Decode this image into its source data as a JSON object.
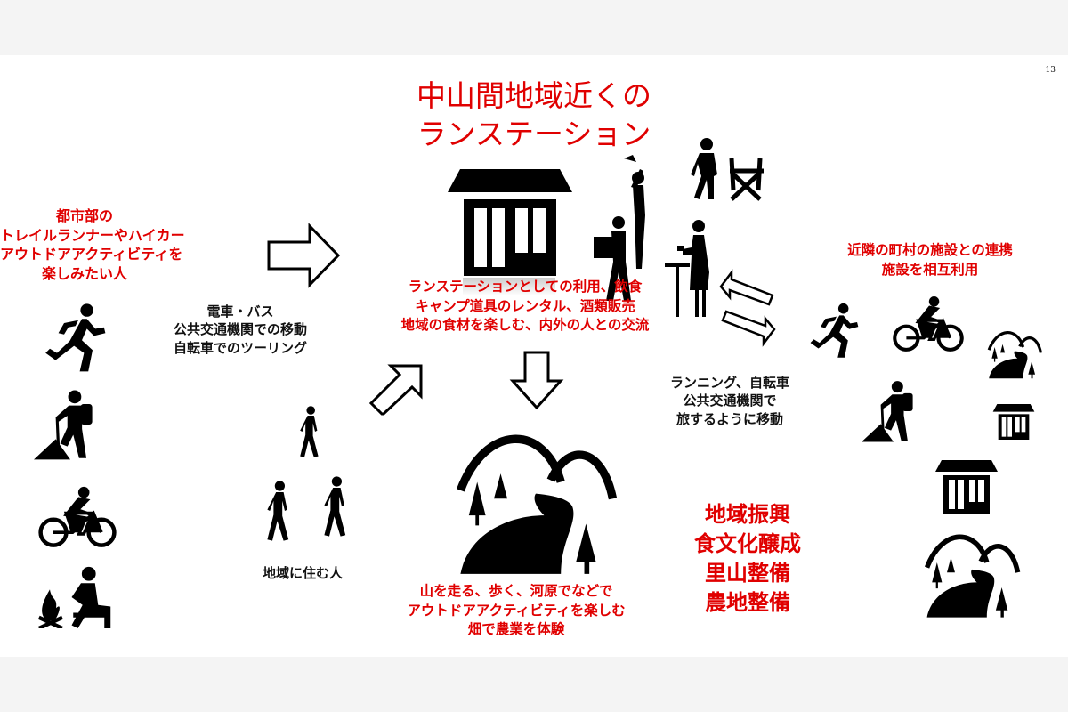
{
  "page_number": "13",
  "title": {
    "line1": "中山間地域近くの",
    "line2": "ランステーション"
  },
  "urban_users": {
    "lines": [
      "都市部の",
      "トレイルランナーやハイカー",
      "アウトドアアクティビティを",
      "楽しみたい人"
    ]
  },
  "transport": {
    "lines": [
      "電車・バス",
      "公共交通機関での移動",
      "自転車でのツーリング"
    ]
  },
  "station_uses": {
    "lines": [
      "ランステーションとしての利用、飲食",
      "キャンプ道具のレンタル、酒類販売",
      "地域の食材を楽しむ、内外の人との交流"
    ]
  },
  "locals": {
    "label": "地域に住む人"
  },
  "mountain_activities": {
    "lines": [
      "山を走る、歩く、河原でなどで",
      "アウトドアアクティビティを楽しむ",
      "畑で農業を体験"
    ]
  },
  "travel": {
    "lines": [
      "ランニング、自転車",
      "公共交通機関で",
      "旅するように移動"
    ]
  },
  "neighbors": {
    "lines": [
      "近隣の町村の施設との連携",
      "施設を相互利用"
    ]
  },
  "outcomes": {
    "lines": [
      "地域振興",
      "食文化醸成",
      "里山整備",
      "農地整備"
    ]
  },
  "colors": {
    "accent": "#e00000",
    "icon": "#000000"
  }
}
